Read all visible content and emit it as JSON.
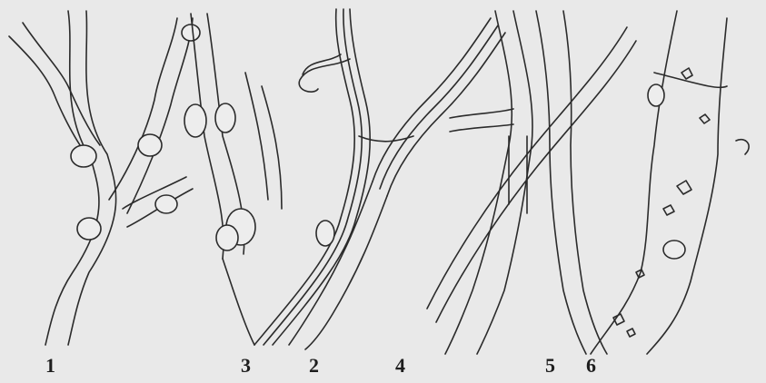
{
  "figure": {
    "panel_labels": [
      "1",
      "3",
      "2",
      "4",
      "5",
      "6"
    ]
  }
}
